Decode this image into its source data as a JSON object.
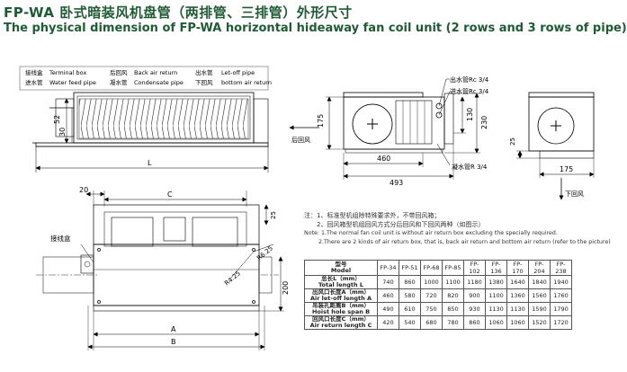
{
  "title": {
    "cn": "FP-WA 卧式暗装风机盘管（两排管、三排管）外形尺寸",
    "en": "The physical dimension of FP-WA horizontal hideaway fan coil unit (2 rows and 3 rows of pipe)"
  },
  "legend": [
    {
      "cn": "接线盒",
      "en": "Terminal box"
    },
    {
      "cn": "后回风",
      "en": "Back air return"
    },
    {
      "cn": "出水管",
      "en": "Let-off pipe"
    },
    {
      "cn": "进水管",
      "en": "Water feed pipe"
    },
    {
      "cn": "凝水管",
      "en": "Condensate pipe"
    },
    {
      "cn": "下回风",
      "en": "bottom air return"
    }
  ],
  "dims": {
    "d52": "52",
    "d30": "30",
    "dL": "L",
    "d175": "175",
    "d130": "130",
    "d230": "230",
    "d25": "25",
    "d460": "460",
    "d493": "493",
    "d175b": "175",
    "d20": "20",
    "dC": "C",
    "d25b": "25",
    "d200": "200",
    "dR625": "R6.25",
    "dR425": "R4.25",
    "dA": "A",
    "dB": "B"
  },
  "labels": {
    "outlet": "出水管Rc 3/4",
    "inlet": "进水管Rc 3/4",
    "drain": "凝水管R 3/4",
    "back_return": "后回风",
    "bottom_return": "下回风",
    "terminal_box": "接线盒"
  },
  "notes": [
    "注：1、标准型机组除特殊要求外，不带回风箱；",
    "2、回风箱型机组回风方式分后回风和下回风两种（如图示）",
    "Note: 1.The normal fan coil unit is without air return box excluding the specially required.",
    "2.There are 2 kinds of air return box, that is, back air return and bottom air return (refer to the picture)"
  ],
  "table": {
    "header_cn": "型号",
    "header_en": "Model",
    "models": [
      "FP-34",
      "FP-51",
      "FP-68",
      "FP-85",
      "FP-102",
      "FP-136",
      "FP-170",
      "FP-204",
      "FP-238"
    ],
    "rows": [
      {
        "cn": "总长L（mm）",
        "en": "Total length L",
        "values": [
          "740",
          "860",
          "1000",
          "1100",
          "1180",
          "1380",
          "1640",
          "1840",
          "1940"
        ]
      },
      {
        "cn": "出风口长度A（mm）",
        "en": "Air let-off length A",
        "values": [
          "460",
          "580",
          "720",
          "820",
          "900",
          "1100",
          "1360",
          "1560",
          "1760"
        ]
      },
      {
        "cn": "吊装孔距离B（mm）",
        "en": "Hoist hole span B",
        "values": [
          "490",
          "610",
          "750",
          "850",
          "930",
          "1130",
          "1130",
          "1590",
          "1790"
        ]
      },
      {
        "cn": "回风口长度C（mm）",
        "en": "Air return length C",
        "values": [
          "420",
          "540",
          "680",
          "780",
          "860",
          "1060",
          "1060",
          "1520",
          "1720"
        ]
      }
    ]
  }
}
